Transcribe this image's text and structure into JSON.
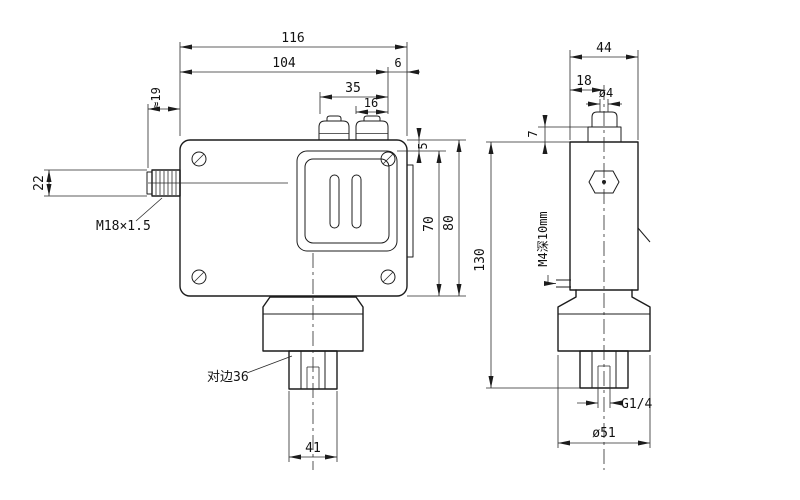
{
  "ink_color": "#1c1c1c",
  "front_view": {
    "dim_total_width": "116",
    "dim_body_width": "104",
    "dim_edge_offset": "6",
    "dim_caps_span": "35",
    "dim_cap_width": "16",
    "dim_stub_length": "≈19",
    "dim_stub_height": "22",
    "dim_top_gap": "5",
    "dim_panel_height": "70",
    "dim_body_height": "80",
    "dim_base_width": "41",
    "label_pressure_port": "M18×1.5",
    "label_hex_flats": "对边36"
  },
  "side_view": {
    "dim_depth": "44",
    "dim_cap_offset": "18",
    "dim_top_hole": "ø4",
    "dim_cap_height": "7",
    "dim_total_height": "130",
    "label_side_tap": "M4深10mm",
    "label_bottom_thread": "G1/4",
    "dim_base_dia": "ø51"
  }
}
